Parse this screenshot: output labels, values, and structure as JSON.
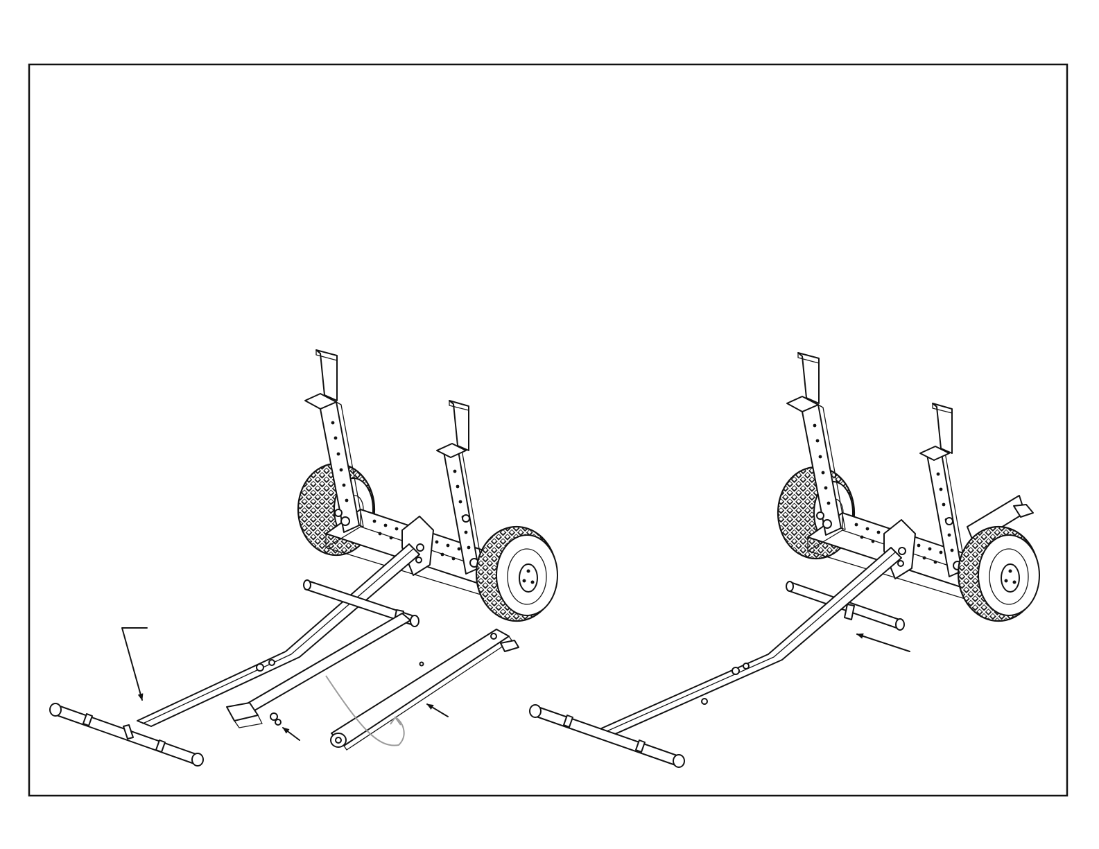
{
  "drawing": {
    "colors": {
      "line": "#111111",
      "paper": "#ffffff",
      "motion_arc": "#9a9a9a"
    },
    "views": [
      {
        "id": "before-assembly",
        "parts": [
          "caster-frame",
          "tow-handle",
          "cross-axle",
          "support-bar",
          "pull-pin",
          "hitch-plate"
        ]
      },
      {
        "id": "after-assembly",
        "parts": [
          "caster-frame",
          "tow-handle",
          "cross-axle"
        ]
      }
    ]
  }
}
